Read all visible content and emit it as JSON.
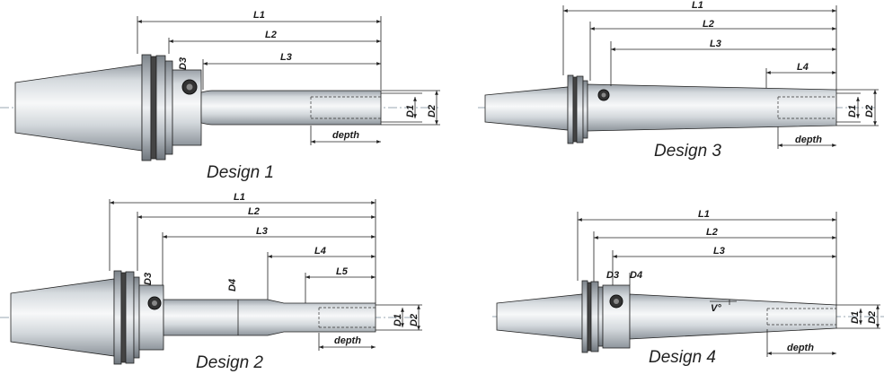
{
  "designs": [
    {
      "caption": "Design 1",
      "labels": {
        "L1": "L1",
        "L2": "L2",
        "L3": "L3",
        "D3": "D3",
        "D1": "D1",
        "D2": "D2",
        "depth": "depth"
      }
    },
    {
      "caption": "Design 2",
      "labels": {
        "L1": "L1",
        "L2": "L2",
        "L3": "L3",
        "L4": "L4",
        "L5": "L5",
        "D3": "D3",
        "D4": "D4",
        "D1": "D1",
        "D2": "D2",
        "depth": "depth"
      }
    },
    {
      "caption": "Design 3",
      "labels": {
        "L1": "L1",
        "L2": "L2",
        "L3": "L3",
        "L4": "L4",
        "D1": "D1",
        "D2": "D2",
        "depth": "depth"
      }
    },
    {
      "caption": "Design 4",
      "labels": {
        "L1": "L1",
        "L2": "L2",
        "L3": "L3",
        "D3": "D3",
        "D4": "D4",
        "V": "V°",
        "D1": "D1",
        "D2": "D2",
        "depth": "depth"
      }
    }
  ],
  "colors": {
    "metal_light": "#f2f4f6",
    "metal_mid": "#c8ced4",
    "metal_dark": "#8e959c",
    "outline": "#222222",
    "centerline": "#7a8a9a"
  }
}
